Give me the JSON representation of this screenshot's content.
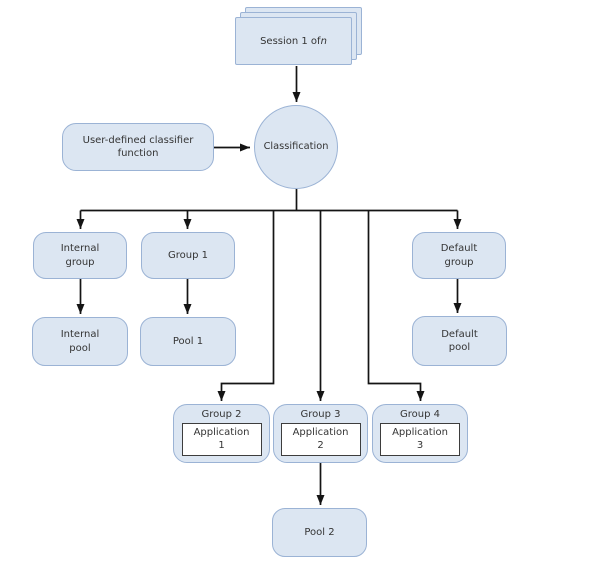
{
  "colors": {
    "canvas_bg": "#ffffff",
    "node_fill": "#dce6f2",
    "node_border": "#9bb3d5",
    "app_fill": "#ffffff",
    "app_border": "#3d3d3d",
    "connector": "#141414",
    "text": "#343434"
  },
  "nodes": {
    "session": {
      "prefix": "Session 1 of ",
      "n": "n"
    },
    "classifier": {
      "label": "User-defined classifier\nfunction"
    },
    "classification": {
      "label": "Classification"
    },
    "internal_group": {
      "label": "Internal\ngroup"
    },
    "group1": {
      "label": "Group 1"
    },
    "default_group": {
      "label": "Default\ngroup"
    },
    "internal_pool": {
      "label": "Internal\npool"
    },
    "pool1": {
      "label": "Pool 1"
    },
    "default_pool": {
      "label": "Default\npool"
    },
    "group2": {
      "label": "Group 2",
      "app": "Application\n1"
    },
    "group3": {
      "label": "Group 3",
      "app": "Application\n2"
    },
    "group4": {
      "label": "Group 4",
      "app": "Application\n3"
    },
    "pool2": {
      "label": "Pool 2"
    }
  }
}
